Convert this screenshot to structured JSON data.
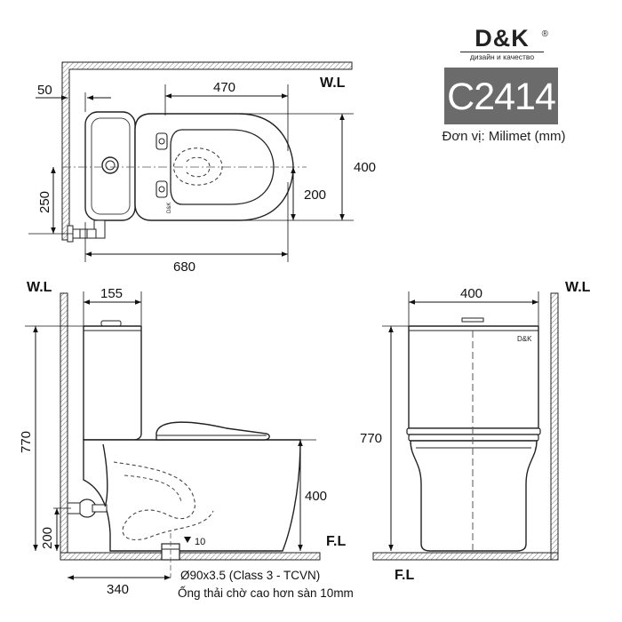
{
  "brand": {
    "logo": "D&K",
    "registered": "®",
    "tagline": "дизайн и качество",
    "model": "C2414",
    "unit_label": "Đơn vị: Milimet  (mm)"
  },
  "top_view": {
    "wall_label": "W.L",
    "dims": {
      "wall_offset": "50",
      "bowl_length": "470",
      "depth": "400",
      "half_depth": "200",
      "inlet_height": "250",
      "total_length": "680"
    },
    "seat_logo": "D&K"
  },
  "side_view": {
    "wall_label": "W.L",
    "floor_label": "F.L",
    "dims": {
      "tank_depth": "155",
      "total_height": "770",
      "seat_height": "400",
      "inlet_height": "200",
      "rough_in": "340",
      "drain_height": "10"
    },
    "drain_spec": "Ø90x3.5 (Class 3 - TCVN)",
    "drain_note": "Ống thải chờ cao hơn sàn 10mm"
  },
  "front_view": {
    "wall_label": "W.L",
    "floor_label": "F.L",
    "dims": {
      "width": "400",
      "total_height": "770"
    },
    "tank_logo": "D&K"
  }
}
